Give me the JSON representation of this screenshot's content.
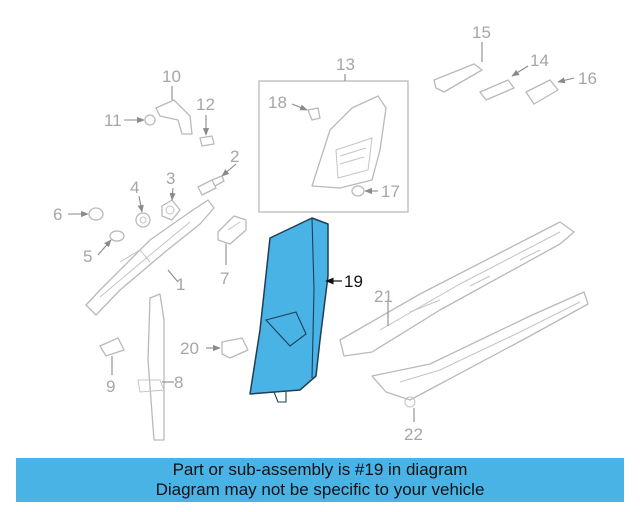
{
  "diagram": {
    "highlight_color": "#4ab3e6",
    "highlighted_part": "19",
    "callouts": [
      "1",
      "2",
      "3",
      "4",
      "5",
      "6",
      "7",
      "8",
      "9",
      "10",
      "11",
      "12",
      "13",
      "14",
      "15",
      "16",
      "17",
      "18",
      "19",
      "20",
      "21",
      "22"
    ]
  },
  "banner": {
    "line1": "Part or sub-assembly is #19 in diagram",
    "line2": "Diagram may not be specific to your vehicle",
    "background": "#4ab3e6"
  }
}
